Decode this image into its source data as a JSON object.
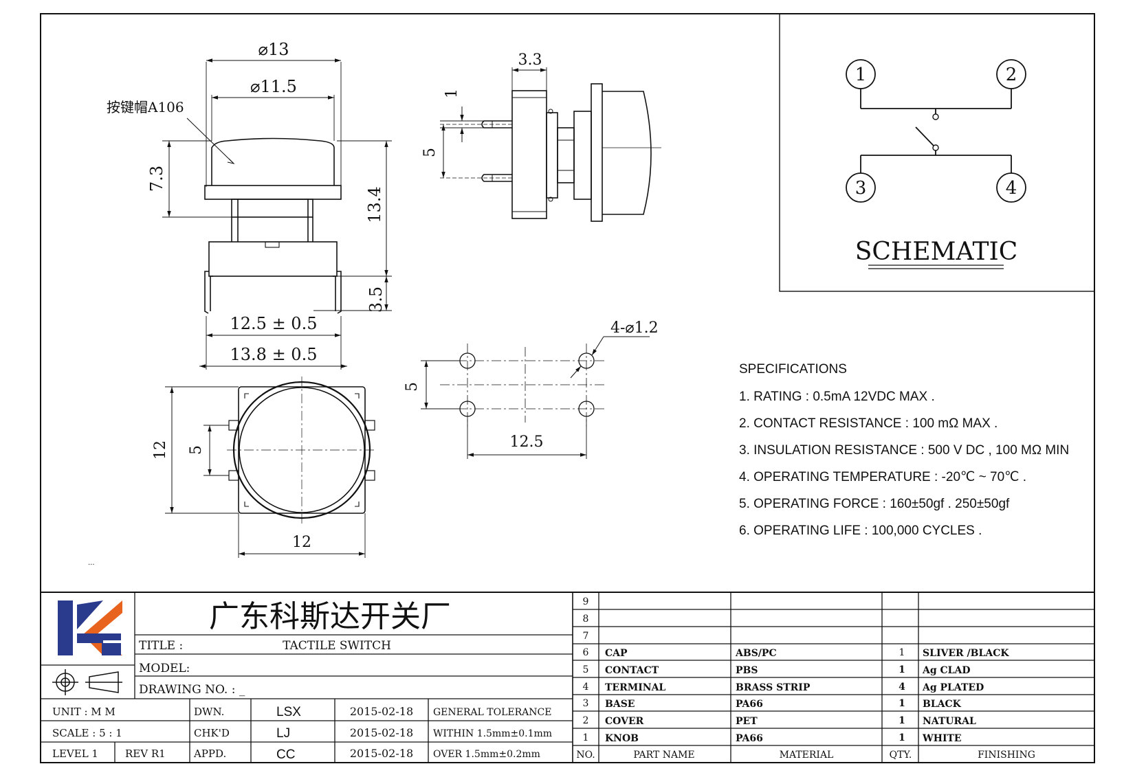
{
  "dims": {
    "d13": "⌀13",
    "d11_5": "⌀11.5",
    "cap_label": "按键帽A106",
    "h7_3": "7.3",
    "h13_4": "13.4",
    "h3_5": "3.5",
    "w12_5": "12.5 ± 0.5",
    "w13_8": "13.8 ± 0.5",
    "s3_3": "3.3",
    "s1": "1",
    "s5": "5",
    "holes": "4-⌀1.2",
    "p5": "5",
    "p12_5": "12.5",
    "t12v": "12",
    "t5": "5",
    "t12h": "12",
    "tiny": "..."
  },
  "schematic": {
    "title": "SCHEMATIC",
    "pins": [
      "1",
      "2",
      "3",
      "4"
    ]
  },
  "specs": {
    "heading": "SPECIFICATIONS",
    "items": [
      "1. RATING : 0.5mA 12VDC MAX .",
      "2. CONTACT RESISTANCE : 100 mΩ MAX .",
      "3. INSULATION RESISTANCE : 500 V DC , 100 MΩ MIN",
      "4. OPERATING TEMPERATURE : -20℃ ~ 70℃ .",
      "5. OPERATING FORCE : 160±50gf . 250±50gf",
      "6. OPERATING LIFE : 100,000 CYCLES ."
    ]
  },
  "titleblock": {
    "company": "广东科斯达开关厂",
    "title_label": "TITLE :",
    "title_value": "TACTILE SWITCH",
    "model_label": "MODEL:",
    "drawing_label": "DRAWING NO. : _",
    "unit": "UNIT  :  M M",
    "scale": "SCALE  :  5 : 1",
    "level": "LEVEL 1",
    "rev": "REV  R1",
    "rows": [
      {
        "role": "DWN.",
        "name": "LSX",
        "date": "2015-02-18",
        "note": "GENERAL TOLERANCE"
      },
      {
        "role": "CHK'D",
        "name": "LJ",
        "date": "2015-02-18",
        "note": "WITHIN 1.5mm±0.1mm"
      },
      {
        "role": "APPD.",
        "name": "CC",
        "date": "2015-02-18",
        "note": "OVER  1.5mm±0.2mm"
      }
    ]
  },
  "bom": {
    "empty_rows": [
      "9",
      "8",
      "7"
    ],
    "rows": [
      {
        "no": "6",
        "part": "CAP",
        "material": "ABS/PC",
        "qty": "1",
        "finish": "SLIVER /BLACK"
      },
      {
        "no": "5",
        "part": "CONTACT",
        "material": "PBS",
        "qty": "1",
        "finish": "Ag CLAD"
      },
      {
        "no": "4",
        "part": "TERMINAL",
        "material": "BRASS STRIP",
        "qty": "4",
        "finish": "Ag PLATED"
      },
      {
        "no": "3",
        "part": "BASE",
        "material": "PA66",
        "qty": "1",
        "finish": "BLACK"
      },
      {
        "no": "2",
        "part": "COVER",
        "material": "PET",
        "qty": "1",
        "finish": "NATURAL"
      },
      {
        "no": "1",
        "part": "KNOB",
        "material": "PA66",
        "qty": "1",
        "finish": "WHITE"
      }
    ],
    "header": {
      "no": "NO.",
      "part": "PART  NAME",
      "material": "MATERIAL",
      "qty": "QTY.",
      "finish": "FINISHING"
    }
  },
  "colors": {
    "logo_blue": "#2a3a8c",
    "logo_orange": "#e8641e"
  }
}
